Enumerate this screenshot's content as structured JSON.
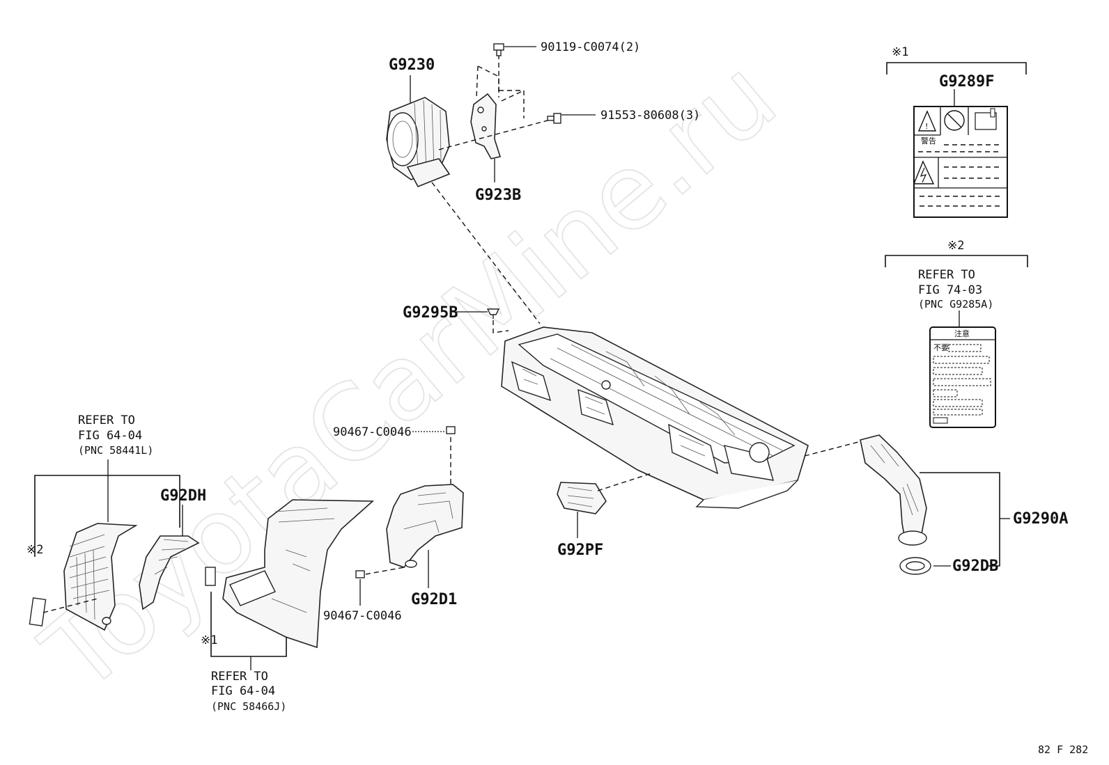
{
  "watermark": "ToyotaCarMine.ru",
  "figure_code": "82 F 282",
  "callouts": {
    "g9230": "G9230",
    "g923b": "G923B",
    "bolt_90119": "90119-C0074(2)",
    "screw_91553": "91553-80608(3)",
    "g9295b": "G9295B",
    "g9289f": "G9289F",
    "g92dh": "G92DH",
    "g92d1": "G92D1",
    "g92pf": "G92PF",
    "g9290a": "G9290A",
    "g92db": "G92DB",
    "clip_top": "90467-C0046",
    "clip_bottom": "90467-C0046"
  },
  "notes": {
    "note1_mark": "※1",
    "note2_mark": "※2",
    "note1_mark_left": "※1",
    "note2_mark_left": "※2"
  },
  "references": {
    "ref_74": {
      "line1": "REFER TO",
      "line2": "FIG 74-03",
      "line3": "(PNC G9285A)"
    },
    "ref_64_left": {
      "line1": "REFER TO",
      "line2": "FIG 64-04",
      "line3": "(PNC 58441L)"
    },
    "ref_64_bottom": {
      "line1": "REFER TO",
      "line2": "FIG 64-04",
      "line3": "(PNC 58466J)"
    }
  },
  "labels_text": {
    "warning_label_kanji": "警告",
    "caution_label_kanji": "注意",
    "caution_label_line": "不要"
  },
  "icons": [
    "warning-triangle-icon",
    "no-touch-icon",
    "manual-book-icon",
    "electric-shock-icon"
  ]
}
